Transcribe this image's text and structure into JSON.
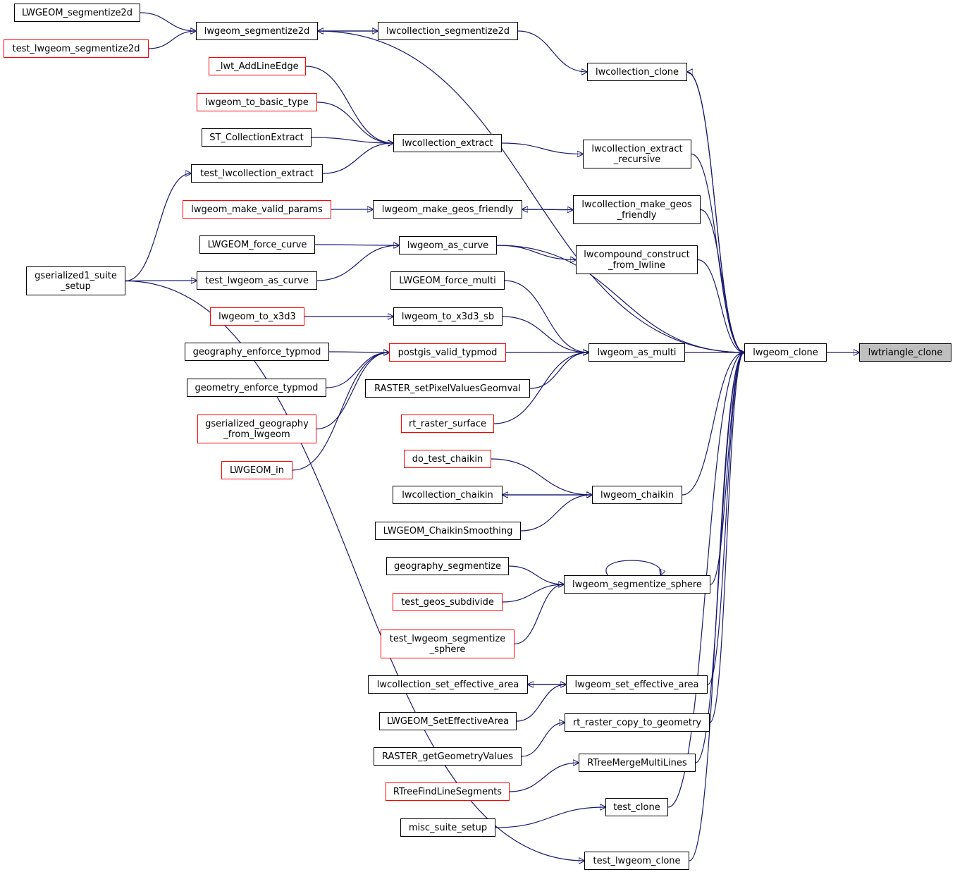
{
  "graph": {
    "title": "lwtriangle_clone caller graph",
    "colors": {
      "edge": "#191970",
      "focus_fill": "#bfbfbf",
      "red_border": "#ff0000"
    },
    "nodes": {
      "lwtriangle_clone": "lwtriangle_clone",
      "lwgeom_clone": "lwgeom_clone",
      "lwcollection_clone": "lwcollection_clone",
      "lwcollection_extract_recursive": "lwcollection_extract\n_recursive",
      "lwcollection_make_geos_friendly": "lwcollection_make_geos\n_friendly",
      "lwcompound_construct_from_lwline": "lwcompound_construct\n_from_lwline",
      "lwgeom_as_multi": "lwgeom_as_multi",
      "lwgeom_chaikin": "lwgeom_chaikin",
      "lwgeom_segmentize_sphere": "lwgeom_segmentize_sphere",
      "lwgeom_set_effective_area": "lwgeom_set_effective_area",
      "rt_raster_copy_to_geometry": "rt_raster_copy_to_geometry",
      "RTreeMergeMultiLines": "RTreeMergeMultiLines",
      "test_clone": "test_clone",
      "test_lwgeom_clone": "test_lwgeom_clone",
      "lwcollection_segmentize2d": "lwcollection_segmentize2d",
      "lwgeom_segmentize2d": "lwgeom_segmentize2d",
      "LWGEOM_segmentize2d": "LWGEOM_segmentize2d",
      "test_lwgeom_segmentize2d": "test_lwgeom_segmentize2d",
      "lwcollection_extract": "lwcollection_extract",
      "_lwt_AddLineEdge": "_lwt_AddLineEdge",
      "lwgeom_to_basic_type": "lwgeom_to_basic_type",
      "ST_CollectionExtract": "ST_CollectionExtract",
      "test_lwcollection_extract": "test_lwcollection_extract",
      "lwgeom_make_geos_friendly": "lwgeom_make_geos_friendly",
      "lwgeom_make_valid_params": "lwgeom_make_valid_params",
      "lwgeom_as_curve": "lwgeom_as_curve",
      "LWGEOM_force_curve": "LWGEOM_force_curve",
      "test_lwgeom_as_curve": "test_lwgeom_as_curve",
      "gserialized1_suite_setup": "gserialized1_suite\n_setup",
      "LWGEOM_force_multi": "LWGEOM_force_multi",
      "lwgeom_to_x3d3_sb": "lwgeom_to_x3d3_sb",
      "lwgeom_to_x3d3": "lwgeom_to_x3d3",
      "postgis_valid_typmod": "postgis_valid_typmod",
      "geography_enforce_typmod": "geography_enforce_typmod",
      "geometry_enforce_typmod": "geometry_enforce_typmod",
      "gserialized_geography_from_lwgeom": "gserialized_geography\n_from_lwgeom",
      "LWGEOM_in": "LWGEOM_in",
      "RASTER_setPixelValuesGeomval": "RASTER_setPixelValuesGeomval",
      "rt_raster_surface": "rt_raster_surface",
      "do_test_chaikin": "do_test_chaikin",
      "lwcollection_chaikin": "lwcollection_chaikin",
      "LWGEOM_ChaikinSmoothing": "LWGEOM_ChaikinSmoothing",
      "geography_segmentize": "geography_segmentize",
      "test_geos_subdivide": "test_geos_subdivide",
      "test_lwgeom_segmentize_sphere": "test_lwgeom_segmentize\n_sphere",
      "lwcollection_set_effective_area": "lwcollection_set_effective_area",
      "LWGEOM_SetEffectiveArea": "LWGEOM_SetEffectiveArea",
      "RASTER_getGeometryValues": "RASTER_getGeometryValues",
      "RTreeFindLineSegments": "RTreeFindLineSegments",
      "misc_suite_setup": "misc_suite_setup"
    },
    "edges": [
      [
        "lwgeom_clone",
        "lwtriangle_clone"
      ],
      [
        "lwcollection_clone",
        "lwgeom_clone"
      ],
      [
        "lwgeom_clone",
        "lwcollection_clone"
      ],
      [
        "lwcollection_segmentize2d",
        "lwcollection_clone"
      ],
      [
        "lwgeom_segmentize2d",
        "lwgeom_clone"
      ],
      [
        "lwgeom_segmentize2d",
        "lwcollection_segmentize2d"
      ],
      [
        "lwcollection_segmentize2d",
        "lwgeom_segmentize2d"
      ],
      [
        "LWGEOM_segmentize2d",
        "lwgeom_segmentize2d"
      ],
      [
        "test_lwgeom_segmentize2d",
        "lwgeom_segmentize2d"
      ],
      [
        "lwcollection_extract_recursive",
        "lwgeom_clone"
      ],
      [
        "lwcollection_extract",
        "lwcollection_extract_recursive"
      ],
      [
        "_lwt_AddLineEdge",
        "lwcollection_extract"
      ],
      [
        "lwgeom_to_basic_type",
        "lwcollection_extract"
      ],
      [
        "ST_CollectionExtract",
        "lwcollection_extract"
      ],
      [
        "test_lwcollection_extract",
        "lwcollection_extract"
      ],
      [
        "gserialized1_suite_setup",
        "test_lwcollection_extract"
      ],
      [
        "lwcollection_make_geos_friendly",
        "lwgeom_clone"
      ],
      [
        "lwgeom_make_geos_friendly",
        "lwcollection_make_geos_friendly"
      ],
      [
        "lwcollection_make_geos_friendly",
        "lwgeom_make_geos_friendly"
      ],
      [
        "lwgeom_make_valid_params",
        "lwgeom_make_geos_friendly"
      ],
      [
        "lwcompound_construct_from_lwline",
        "lwgeom_clone"
      ],
      [
        "lwgeom_as_curve",
        "lwcompound_construct_from_lwline"
      ],
      [
        "lwgeom_as_curve",
        "lwgeom_clone"
      ],
      [
        "LWGEOM_force_curve",
        "lwgeom_as_curve"
      ],
      [
        "test_lwgeom_as_curve",
        "lwgeom_as_curve"
      ],
      [
        "gserialized1_suite_setup",
        "test_lwgeom_as_curve"
      ],
      [
        "lwgeom_as_multi",
        "lwgeom_clone"
      ],
      [
        "LWGEOM_force_multi",
        "lwgeom_as_multi"
      ],
      [
        "lwgeom_to_x3d3_sb",
        "lwgeom_as_multi"
      ],
      [
        "lwgeom_to_x3d3",
        "lwgeom_to_x3d3_sb"
      ],
      [
        "postgis_valid_typmod",
        "lwgeom_as_multi"
      ],
      [
        "geography_enforce_typmod",
        "postgis_valid_typmod"
      ],
      [
        "geometry_enforce_typmod",
        "postgis_valid_typmod"
      ],
      [
        "gserialized_geography_from_lwgeom",
        "postgis_valid_typmod"
      ],
      [
        "LWGEOM_in",
        "postgis_valid_typmod"
      ],
      [
        "RASTER_setPixelValuesGeomval",
        "lwgeom_as_multi"
      ],
      [
        "rt_raster_surface",
        "lwgeom_as_multi"
      ],
      [
        "lwgeom_chaikin",
        "lwgeom_clone"
      ],
      [
        "do_test_chaikin",
        "lwgeom_chaikin"
      ],
      [
        "lwgeom_chaikin",
        "lwcollection_chaikin"
      ],
      [
        "lwcollection_chaikin",
        "lwgeom_chaikin"
      ],
      [
        "LWGEOM_ChaikinSmoothing",
        "lwgeom_chaikin"
      ],
      [
        "lwgeom_segmentize_sphere",
        "lwgeom_clone"
      ],
      [
        "lwgeom_segmentize_sphere",
        "lwgeom_segmentize_sphere"
      ],
      [
        "geography_segmentize",
        "lwgeom_segmentize_sphere"
      ],
      [
        "test_geos_subdivide",
        "lwgeom_segmentize_sphere"
      ],
      [
        "test_lwgeom_segmentize_sphere",
        "lwgeom_segmentize_sphere"
      ],
      [
        "lwgeom_set_effective_area",
        "lwgeom_clone"
      ],
      [
        "lwgeom_set_effective_area",
        "lwcollection_set_effective_area"
      ],
      [
        "lwcollection_set_effective_area",
        "lwgeom_set_effective_area"
      ],
      [
        "LWGEOM_SetEffectiveArea",
        "lwgeom_set_effective_area"
      ],
      [
        "rt_raster_copy_to_geometry",
        "lwgeom_clone"
      ],
      [
        "RASTER_getGeometryValues",
        "rt_raster_copy_to_geometry"
      ],
      [
        "RTreeMergeMultiLines",
        "lwgeom_clone"
      ],
      [
        "RTreeFindLineSegments",
        "RTreeMergeMultiLines"
      ],
      [
        "test_clone",
        "lwgeom_clone"
      ],
      [
        "misc_suite_setup",
        "test_clone"
      ],
      [
        "test_lwgeom_clone",
        "lwgeom_clone"
      ],
      [
        "gserialized1_suite_setup",
        "test_lwgeom_clone"
      ]
    ]
  }
}
